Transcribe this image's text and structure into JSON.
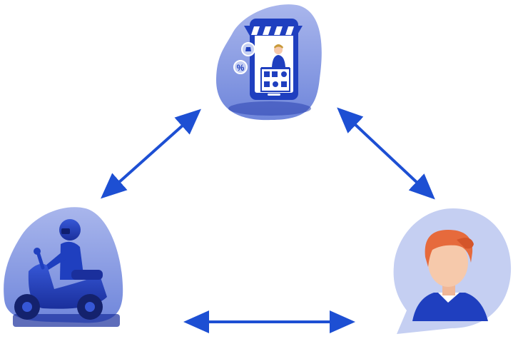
{
  "scene": {
    "nodes": [
      {
        "id": "shop",
        "icon": "mobile-shop-icon",
        "role": "store"
      },
      {
        "id": "courier",
        "icon": "scooter-courier-icon",
        "role": "delivery"
      },
      {
        "id": "customer",
        "icon": "customer-avatar-icon",
        "role": "customer"
      }
    ],
    "connections": [
      {
        "from": "shop",
        "to": "courier",
        "direction": "bidirectional"
      },
      {
        "from": "shop",
        "to": "customer",
        "direction": "bidirectional"
      },
      {
        "from": "courier",
        "to": "customer",
        "direction": "bidirectional"
      }
    ],
    "shop_badge": "%"
  },
  "colors": {
    "primary_blue": "#1f3fbf",
    "arrow_blue": "#1d4fd3",
    "light_blob": "#8c9fe3",
    "customer_blob": "#c5cff2",
    "skin": "#f6c9ab",
    "hair": "#e66a3c"
  }
}
